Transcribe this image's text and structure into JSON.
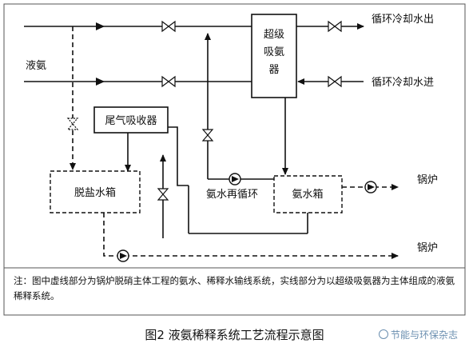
{
  "diagram": {
    "boxes": {
      "super_absorber": [
        "超级",
        "吸氨",
        "器"
      ],
      "tail_gas_absorber": "尾气吸收器",
      "desalted_water_tank": "脱盐水箱",
      "ammonia_water_tank": "氨水箱"
    },
    "labels": {
      "liquid_ammonia": "液氨",
      "cooling_water_out": "循环冷却水出",
      "cooling_water_in": "循环冷却水进",
      "ammonia_recirc": "氨水再循环",
      "boiler_1": "锅炉",
      "boiler_2": "锅炉"
    }
  },
  "note": {
    "text": "注：图中虚线部分为锅炉脱硝主体工程的氨水、稀释水输线系统，实线部分为以超级吸氨器为主体组成的液氨稀释系统。"
  },
  "caption": "图2  液氨稀释系统工艺流程示意图",
  "watermark": "节能与环保杂志"
}
